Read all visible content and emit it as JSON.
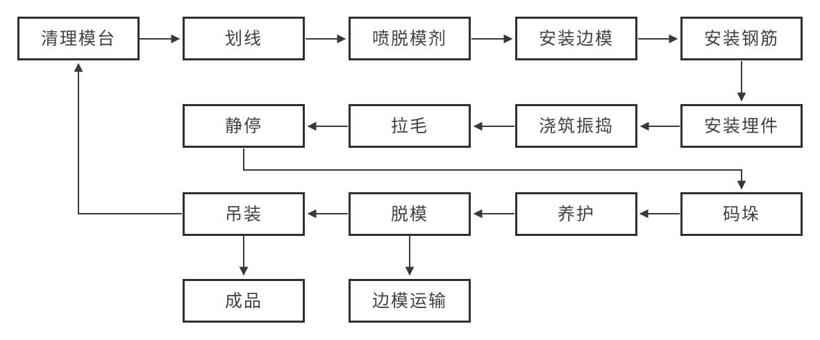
{
  "diagram_type": "flowchart",
  "nodes": [
    {
      "id": "clean-mold-table",
      "label": "清理模台"
    },
    {
      "id": "marking",
      "label": "划线"
    },
    {
      "id": "spray-release-agent",
      "label": "喷脱模剂"
    },
    {
      "id": "install-side-mold",
      "label": "安装边模"
    },
    {
      "id": "install-rebar",
      "label": "安装钢筋"
    },
    {
      "id": "static-rest",
      "label": "静停"
    },
    {
      "id": "roughening",
      "label": "拉毛"
    },
    {
      "id": "pour-vibrate",
      "label": "浇筑振捣"
    },
    {
      "id": "install-embeds",
      "label": "安装埋件"
    },
    {
      "id": "hoisting",
      "label": "吊装"
    },
    {
      "id": "demolding",
      "label": "脱模"
    },
    {
      "id": "curing",
      "label": "养护"
    },
    {
      "id": "stacking",
      "label": "码垛"
    },
    {
      "id": "finished-product",
      "label": "成品"
    },
    {
      "id": "side-mold-transport",
      "label": "边模运输"
    }
  ],
  "edges": [
    {
      "from": "清理模台",
      "to": "划线"
    },
    {
      "from": "划线",
      "to": "喷脱模剂"
    },
    {
      "from": "喷脱模剂",
      "to": "安装边模"
    },
    {
      "from": "安装边模",
      "to": "安装钢筋"
    },
    {
      "from": "安装钢筋",
      "to": "安装埋件"
    },
    {
      "from": "安装埋件",
      "to": "浇筑振捣"
    },
    {
      "from": "浇筑振捣",
      "to": "拉毛"
    },
    {
      "from": "拉毛",
      "to": "静停"
    },
    {
      "from": "静停",
      "to": "码垛"
    },
    {
      "from": "码垛",
      "to": "养护"
    },
    {
      "from": "养护",
      "to": "脱模"
    },
    {
      "from": "脱模",
      "to": "吊装"
    },
    {
      "from": "吊装",
      "to": "清理模台"
    },
    {
      "from": "吊装",
      "to": "成品"
    },
    {
      "from": "脱模",
      "to": "边模运输"
    }
  ],
  "colors": {
    "background": "#ffffff",
    "box_fill": "#ffffff",
    "box_border": "#2d3033",
    "text": "#3f4347",
    "arrow": "#37393c"
  }
}
